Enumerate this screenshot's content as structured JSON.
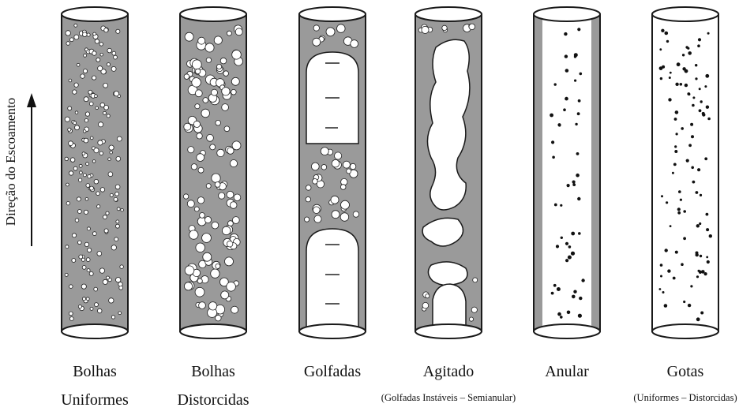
{
  "axis_label": "Direção do Escoamento",
  "colors": {
    "liquid": "#9a9a9a",
    "gas": "#ffffff",
    "outline": "#1a1a1a"
  },
  "patterns": [
    {
      "id": "bolhas-uniformes",
      "line1": "Bolhas",
      "line2": "Uniformes",
      "subtitle": ""
    },
    {
      "id": "bolhas-distorcidas",
      "line1": "Bolhas",
      "line2": "Distorcidas",
      "subtitle": ""
    },
    {
      "id": "golfadas",
      "line1": "Golfadas",
      "line2": "",
      "subtitle": ""
    },
    {
      "id": "agitado",
      "line1": "Agitado",
      "line2": "",
      "subtitle": "(Golfadas Instáveis – Semianular)"
    },
    {
      "id": "anular",
      "line1": "Anular",
      "line2": "",
      "subtitle": ""
    },
    {
      "id": "gotas",
      "line1": "Gotas",
      "line2": "",
      "subtitle": "(Uniformes – Distorcidas)"
    }
  ]
}
